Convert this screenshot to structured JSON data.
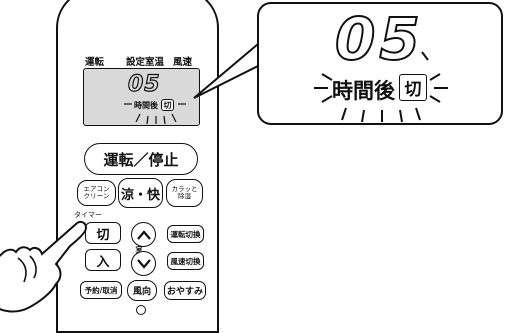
{
  "remote": {
    "header_labels": [
      "運転",
      "設定室温",
      "風速"
    ],
    "lcd_digits": "05",
    "lcd_after_label": "時間後",
    "lcd_off_label": "切",
    "run_stop_label": "運転／停止",
    "aircon_clean_label": "エアコン\nクリーン",
    "ryo_kai_label": "涼・快",
    "karatto_label": "カラッと\n除湿",
    "timer_label": "タイマー",
    "timer_off_label": "切",
    "timer_on_label": "入",
    "yoyaku_label": "予約/取消",
    "room_temp_label": "室温",
    "fuko_label": "風向",
    "unten_kirikae_label": "運転切換",
    "fusoku_kirikae_label": "風速切換",
    "oyasumi_label": "おやすみ"
  },
  "callout": {
    "digits": "05",
    "after_label": "時間後",
    "off_label": "切"
  }
}
